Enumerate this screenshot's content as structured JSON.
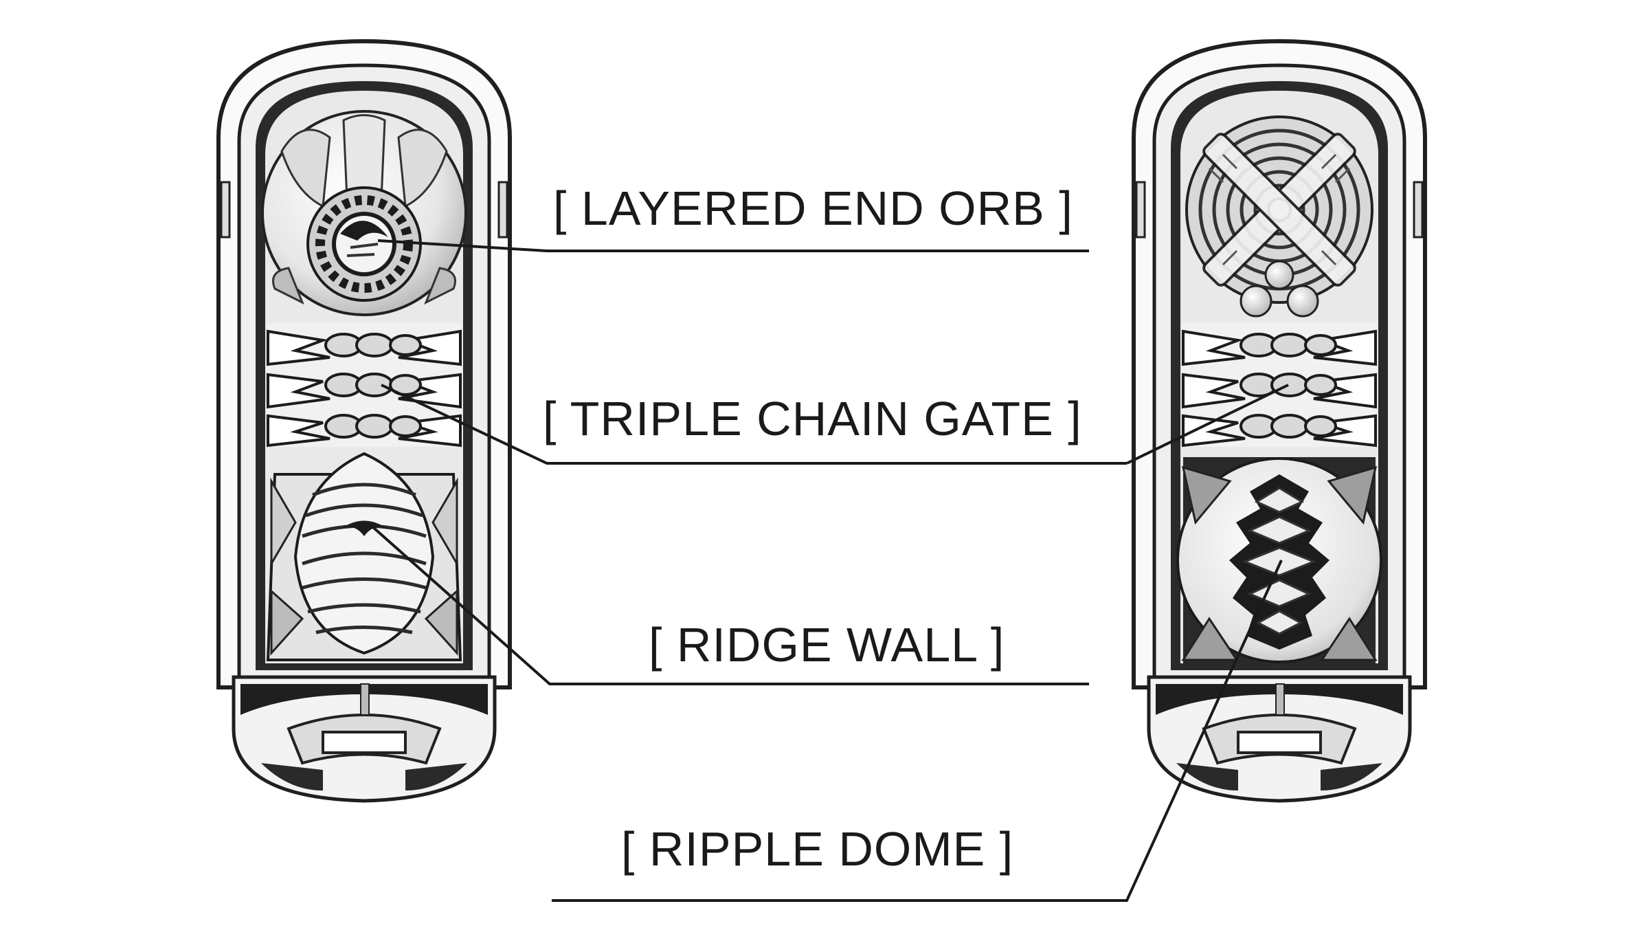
{
  "labels": {
    "layered_end_orb": "[ LAYERED END ORB ]",
    "triple_chain_gate": "[ TRIPLE CHAIN GATE ]",
    "ridge_wall": "[ RIDGE WALL ]",
    "ripple_dome": "[ RIPPLE DOME ]"
  },
  "colors": {
    "line": "#1a1a1a",
    "shell_stroke": "#1f1f1f",
    "shell_fill": "#f2f2f2",
    "shadow": "#222222",
    "background": "#ffffff"
  }
}
